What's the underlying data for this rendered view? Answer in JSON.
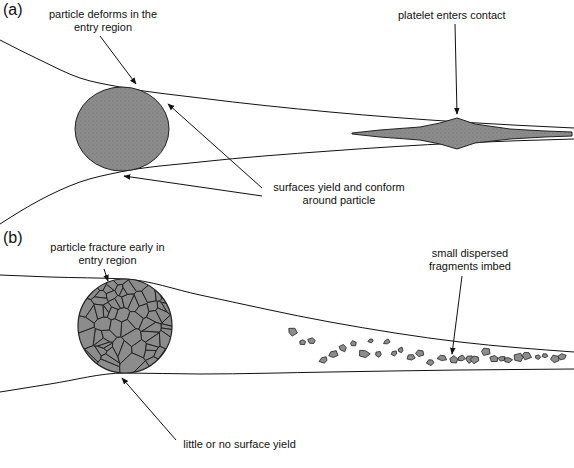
{
  "diagram": {
    "labels": [
      "(a)",
      "particle deforms in the entry region",
      "platelet enters contact",
      "surfaces yield and conform around particle",
      "(b)",
      "particle fracture early in entry region",
      "small dispersed fragments imbed",
      "little or no surface yield"
    ]
  }
}
